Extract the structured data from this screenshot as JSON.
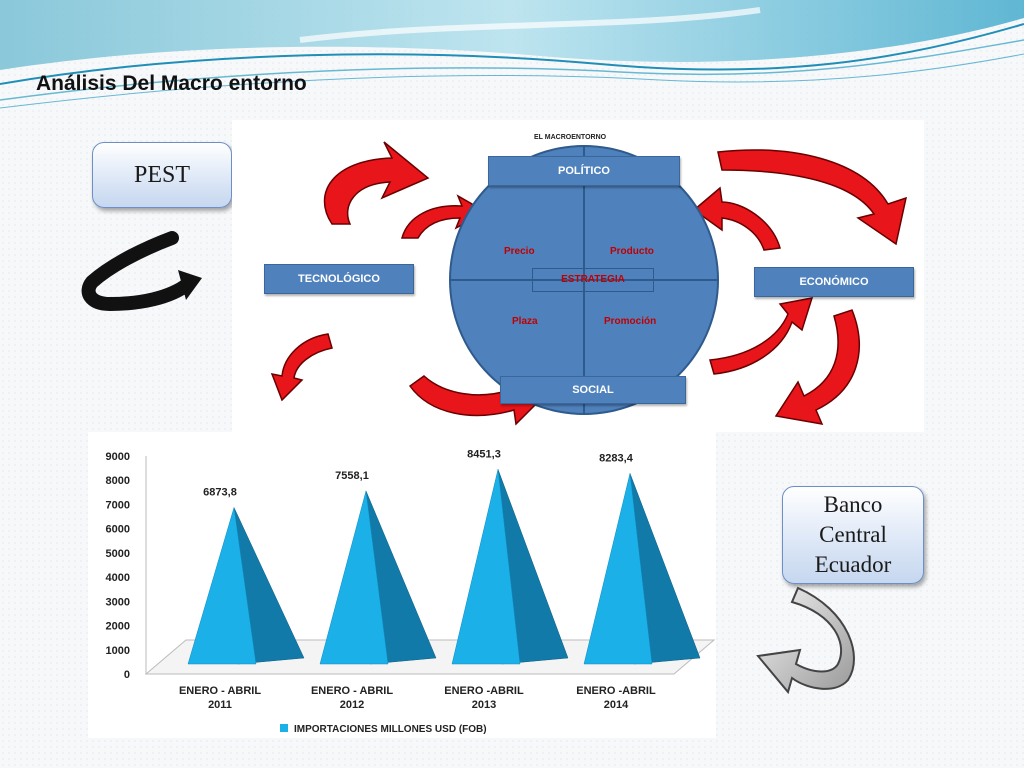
{
  "slide": {
    "title": "Análisis Del Macro entorno"
  },
  "callouts": {
    "pest": "PEST",
    "banco": [
      "Banco",
      "Central",
      "Ecuador"
    ]
  },
  "diagram": {
    "caption": "EL MACROENTORNO",
    "factors": {
      "politico": "POLÍTICO",
      "economico": "ECONÓMICO",
      "social": "SOCIAL",
      "tecnologico": "TECNOLÓGICO"
    },
    "center": "ESTRATEGIA",
    "quadrants": {
      "q1": "Precio",
      "q2": "Producto",
      "q3": "Plaza",
      "q4": "Promoción"
    },
    "colors": {
      "box": "#4f81bd",
      "arrow": "#e8151b",
      "label": "#c00000"
    }
  },
  "chart_data": {
    "type": "bar",
    "categories": [
      [
        "ENERO - ABRIL",
        "2011"
      ],
      [
        "ENERO - ABRIL",
        "2012"
      ],
      [
        "ENERO -ABRIL",
        "2013"
      ],
      [
        "ENERO -ABRIL",
        "2014"
      ]
    ],
    "series": [
      {
        "name": "IMPORTACIONES MILLONES USD (FOB)",
        "values": [
          6873.8,
          7558.1,
          8451.3,
          8283.4
        ],
        "labels": [
          "6873,8",
          "7558,1",
          "8451,3",
          "8283,4"
        ]
      }
    ],
    "ylim": [
      0,
      9000
    ],
    "yticks": [
      0,
      1000,
      2000,
      3000,
      4000,
      5000,
      6000,
      7000,
      8000,
      9000
    ],
    "grid": false,
    "legend": "bottom",
    "colors": {
      "front": "#1cb0e8",
      "side": "#117aa8"
    }
  }
}
